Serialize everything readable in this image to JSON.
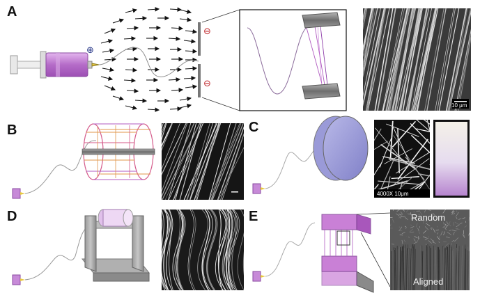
{
  "panels": {
    "a": {
      "label": "A",
      "electrode_top_sign": "⊖",
      "electrode_bottom_sign": "⊖",
      "needle_sign": "⊕",
      "scale": "10 μm"
    },
    "b": {
      "label": "B"
    },
    "c": {
      "label": "C",
      "sem_caption": "4000X 10μm"
    },
    "d": {
      "label": "D"
    },
    "e": {
      "label": "E",
      "top_text": "Random",
      "bottom_text": "Aligned"
    }
  },
  "colors": {
    "syringe_purple": "#c78ad8",
    "fiber_purple": "#b05ac0",
    "collector_gray": "#8c8c8c",
    "sem_dark": "#1e1e1e",
    "accent_orange": "#e0954a"
  }
}
